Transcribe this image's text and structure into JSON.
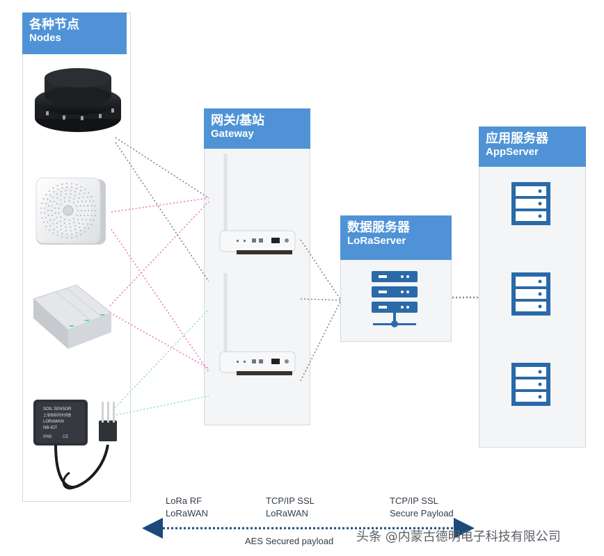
{
  "panels": {
    "nodes": {
      "title_zh": "各种节点",
      "title_en": "Nodes"
    },
    "gateway": {
      "title_zh": "网关/基站",
      "title_en": "Gateway"
    },
    "loraserver": {
      "title_zh": "数据服务器",
      "title_en": "LoRaServer"
    },
    "appserver": {
      "title_zh": "应用服务器",
      "title_en": "AppServer"
    }
  },
  "devices": {
    "soil_sensor": {
      "line1": "SOIL SENSOR",
      "line2": "土壤物联网传感器",
      "line3": "LORAWAN",
      "line4": "NB-IOT",
      "line5": "IP68",
      "line6": "CE"
    }
  },
  "protocols": {
    "segment1": {
      "line1": "LoRa RF",
      "line2": "LoRaWAN"
    },
    "segment2": {
      "line1": "TCP/IP SSL",
      "line2": "LoRaWAN"
    },
    "segment3": {
      "line1": "TCP/IP SSL",
      "line2": "Secure Payload"
    },
    "bottom": "AES Secured payload"
  },
  "watermark": "头条 @内蒙古德明电子科技有限公司",
  "colors": {
    "header_blue": "#4f93d6",
    "server_blue": "#2a6aa8",
    "link_gray": "#7c8590",
    "link_pink": "#f07ab4",
    "link_green": "#8fe0b0",
    "arrow_blue": "#1a4a7a"
  }
}
